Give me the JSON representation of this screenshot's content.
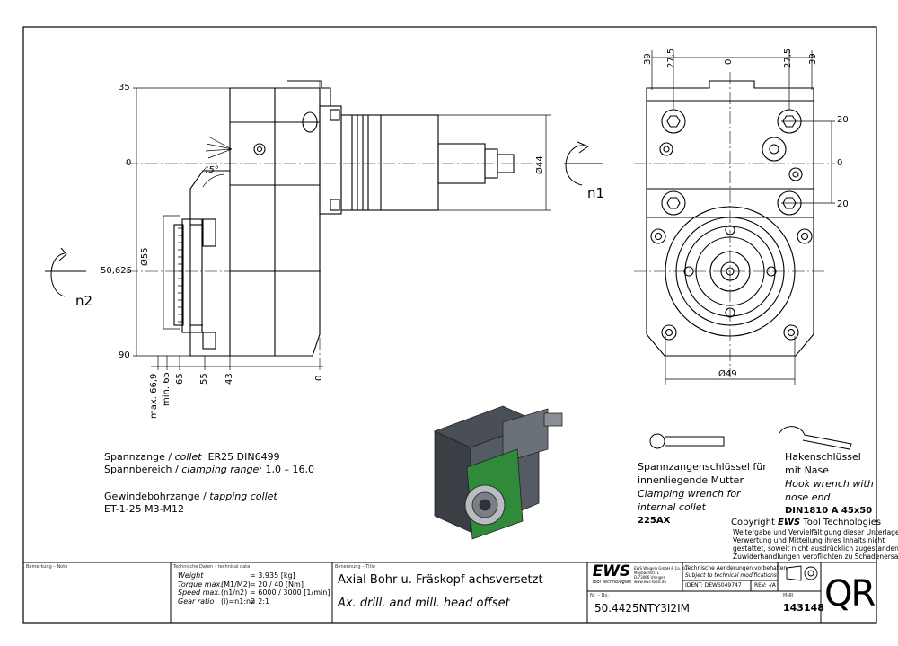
{
  "dims_side": {
    "y_top": "35",
    "y_zero": "0",
    "y_mid": "50,625",
    "y_bottom": "90",
    "angle": "45°",
    "dia_bore": "Ø55",
    "dia_shank": "Ø44",
    "rot_right": "n1",
    "rot_left": "n2",
    "x_labels": [
      "max. 66,9",
      "min. 65",
      "65",
      "55",
      "43",
      "0"
    ]
  },
  "dims_front": {
    "top": [
      "39",
      "27,5",
      "0",
      "27,5",
      "39"
    ],
    "right": [
      "20",
      "0",
      "20"
    ],
    "dia_bottom": "Ø49"
  },
  "specs": {
    "collet_de": "Spannzange /",
    "collet_en": "collet",
    "collet_val": "ER25    DIN6499",
    "range_de": "Spannbereich /",
    "range_en": "clamping range:",
    "range_val": "1,0 – 16,0",
    "tap_de": "Gewindebohrzange /",
    "tap_en": "tapping collet",
    "tap_val": "ET-1-25    M3-M12"
  },
  "wrench1": {
    "de1": "Spannzangenschlüssel für",
    "de2": "innenliegende Mutter",
    "en1": "Clamping wrench for",
    "en2": "internal collet",
    "code": "225AX"
  },
  "wrench2": {
    "de1": "Hakenschlüssel",
    "de2": "mit Nase",
    "en1": "Hook wrench with",
    "en2": "nose end",
    "code": "DIN1810  A  45x50"
  },
  "copyright": {
    "head_pre": "Copyright ",
    "head_brand": "EWS",
    "head_post": " Tool Technologies",
    "l1": "Weitergabe und Vervielfältigung dieser Unterlage,",
    "l2": "Verwertung und Mitteilung ihres Inhalts nicht",
    "l3": "gestattet, soweit nicht ausdrücklich zugestanden.",
    "l4": "Zuwiderhandlungen verpflichten zu Schadenersatz."
  },
  "titleblock": {
    "remark_caption": "Bemerkung – Note",
    "tech_caption": "Technische Daten – technical data",
    "tech_rows": [
      {
        "label": "Weight",
        "unit": "",
        "value": "3.935 [kg]"
      },
      {
        "label": "Torque max.",
        "unit": "(M1/M2)",
        "value": "20 / 40 [Nm]"
      },
      {
        "label": "Speed max.",
        "unit": "(n1/n2)",
        "value": "6000 / 3000 [1/min]"
      },
      {
        "label": "Gear ratio",
        "unit": "(i)=n1:n2",
        "value": "2:1"
      }
    ],
    "title_caption": "Benennung – Title",
    "title_de": "Axial Bohr u. Fräskopf achsversetzt",
    "title_en": "Ax. drill. and mill. head offset",
    "logo": "EWS",
    "logo_sub": "Tool Technologies",
    "company1": "EWS Weigele GmbH & Co. KG",
    "company2": "Maybachstr. 1",
    "company3": "D-73066 Uhingen",
    "company4": "www.ews-tools.de",
    "change1": "Technische Aenderungen vorbehalten!",
    "change2": "Subject to technical modifications!",
    "ident": "IDENT:  DEWS049747",
    "rev": "REV:  -/A",
    "nr_caption": "Nr. – No.",
    "part_no": "50.4425NTY3I2IM",
    "mnr_caption": "MNR",
    "mnr": "143148",
    "qr": "QR"
  }
}
